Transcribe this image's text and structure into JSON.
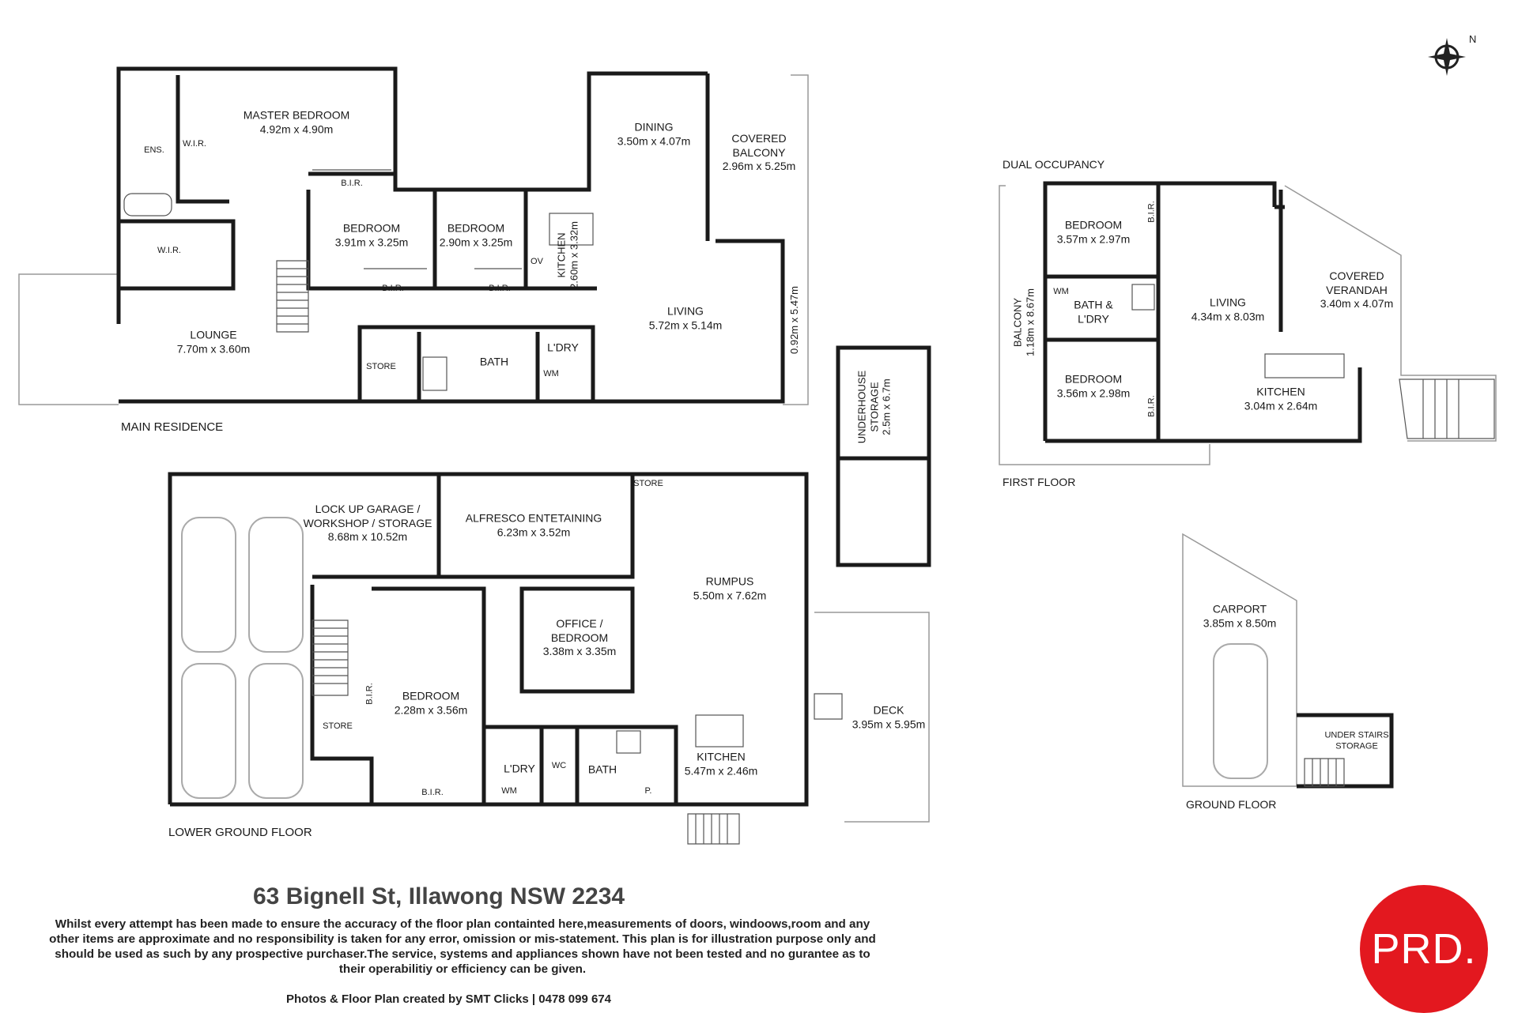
{
  "plan": {
    "address": "63 Bignell St, Illawong NSW 2234",
    "disclaimer": "Whilst every attempt has been made to ensure the accuracy of the floor plan containted here,measurements of doors, windoows,room and any other items are approximate and no responsibility is taken for any error, omission or mis-statement. This plan is for illustration purpose only and should be used as such by any prospective purchaser.The service, systems and appliances shown have not been tested and no gurantee as to their operabilitiy or efficiency can be given.",
    "credit": "Photos & Floor Plan created by SMT Clicks | 0478 099 674",
    "logo": "PRD.",
    "compass": "N"
  },
  "main_residence": {
    "title": "MAIN RESIDENCE",
    "master_bedroom": {
      "name": "MASTER BEDROOM",
      "size": "4.92m x 4.90m"
    },
    "wir_1": "W.I.R.",
    "wir_2": "W.I.R.",
    "ens": "ENS.",
    "bir_master": "B.I.R.",
    "bedroom_a": {
      "name": "BEDROOM",
      "size": "3.91m x 3.25m"
    },
    "bir_a": "B.I.R.",
    "bedroom_b": {
      "name": "BEDROOM",
      "size": "2.90m x 3.25m"
    },
    "bir_b": "B.I.R.",
    "kitchen": {
      "name": "KITCHEN",
      "size": "2.60m x 3.32m"
    },
    "ov": "OV",
    "dining": {
      "name": "DINING",
      "size": "3.50m x 4.07m"
    },
    "covered_balcony": {
      "name1": "COVERED",
      "name2": "BALCONY",
      "size": "2.96m x 5.25m"
    },
    "living": {
      "name": "LIVING",
      "size": "5.72m x 5.14m"
    },
    "side_size": "0.92m x 5.47m",
    "lounge": {
      "name": "LOUNGE",
      "size": "7.70m x 3.60m"
    },
    "store": "STORE",
    "bath": "BATH",
    "ldry": "L'DRY",
    "wm": "WM"
  },
  "underhouse": {
    "name1": "UNDERHOUSE",
    "name2": "STORAGE",
    "size": "2.5m x 6.7m"
  },
  "lower_ground": {
    "title": "LOWER GROUND FLOOR",
    "garage": {
      "name1": "LOCK UP GARAGE /",
      "name2": "WORKSHOP / STORAGE",
      "size": "8.68m x 10.52m"
    },
    "alfresco": {
      "name": "ALFRESCO ENTETAINING",
      "size": "6.23m x 3.52m"
    },
    "store_top": "STORE",
    "rumpus": {
      "name": "RUMPUS",
      "size": "5.50m x 7.62m"
    },
    "office": {
      "name1": "OFFICE /",
      "name2": "BEDROOM",
      "size": "3.38m x 3.35m"
    },
    "bedroom": {
      "name": "BEDROOM",
      "size": "2.28m x 3.56m"
    },
    "bir_side": "B.I.R.",
    "bir_bottom": "B.I.R.",
    "store": "STORE",
    "ldry": "L'DRY",
    "wm": "WM",
    "wc": "WC",
    "bath": "BATH",
    "pantry": "P.",
    "kitchen": {
      "name": "KITCHEN",
      "size": "5.47m x 2.46m"
    },
    "deck": {
      "name": "DECK",
      "size": "3.95m x 5.95m"
    }
  },
  "dual_occupancy": {
    "title": "DUAL OCCUPANCY",
    "first_floor": "FIRST FLOOR",
    "bedroom_a": {
      "name": "BEDROOM",
      "size": "3.57m x 2.97m"
    },
    "bir_a": "B.I.R.",
    "bedroom_b": {
      "name": "BEDROOM",
      "size": "3.56m x 2.98m"
    },
    "bir_b": "B.I.R.",
    "bath_ldry": {
      "name1": "BATH &",
      "name2": "L'DRY"
    },
    "wm": "WM",
    "living": {
      "name": "LIVING",
      "size": "4.34m x 8.03m"
    },
    "kitchen": {
      "name": "KITCHEN",
      "size": "3.04m x 2.64m"
    },
    "covered_verandah": {
      "name1": "COVERED",
      "name2": "VERANDAH",
      "size": "3.40m x 4.07m"
    },
    "balcony": {
      "name": "BALCONY",
      "size": "1.18m x 8.67m"
    }
  },
  "ground_floor": {
    "title": "GROUND FLOOR",
    "carport": {
      "name": "CARPORT",
      "size": "3.85m x 8.50m"
    },
    "under_stairs": {
      "name1": "UNDER STAIRS",
      "name2": "STORAGE"
    }
  },
  "colors": {
    "wall": "#1a1a1a",
    "thin": "#666666",
    "logo": "#e3181f"
  }
}
